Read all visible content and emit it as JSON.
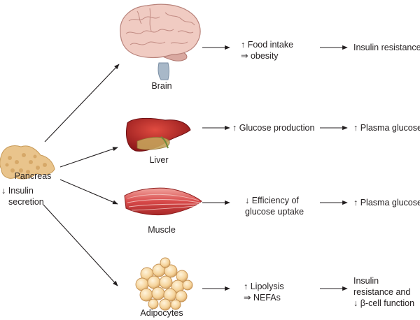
{
  "source": {
    "name": "Pancreas",
    "effect_arrow": "↓",
    "effect_text": "Insulin",
    "effect_text2": "secretion"
  },
  "organs": [
    {
      "name": "Brain",
      "step1": {
        "line1": "↑ Food intake",
        "line2": "⇒ obesity"
      },
      "outcome": {
        "line1": "Insulin resistance"
      }
    },
    {
      "name": "Liver",
      "step1": {
        "line1": "↑ Glucose production"
      },
      "outcome": {
        "line1": "↑ Plasma glucose"
      }
    },
    {
      "name": "Muscle",
      "step1": {
        "line1": "↓ Efficiency of",
        "line2": "glucose uptake"
      },
      "outcome": {
        "line1": "↑ Plasma glucose"
      }
    },
    {
      "name": "Adipocytes",
      "step1": {
        "line1": "↑ Lipolysis",
        "line2": "⇒ NEFAs"
      },
      "outcome": {
        "line1": "Insulin",
        "line2": "resistance and",
        "line3": "↓ β-cell function"
      }
    }
  ],
  "colors": {
    "line": "#231f20",
    "brain": "#f0c8c0",
    "liver": "#b8282a",
    "muscle": "#e06a6a",
    "adipocyte": "#f6d8a0",
    "pancreas": "#e8c48a"
  }
}
